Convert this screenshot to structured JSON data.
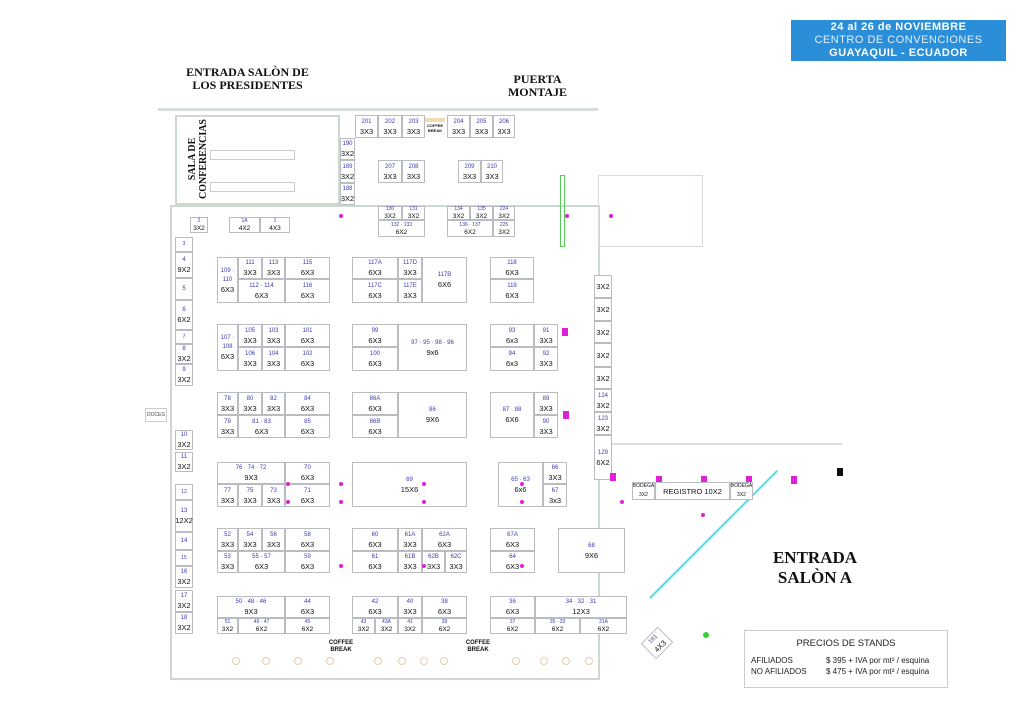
{
  "banner": {
    "dates": "24 al 26 de NOVIEMBRE",
    "venue": "CENTRO DE CONVENCIONES",
    "city": "GUAYAQUIL - ECUADOR"
  },
  "labels": {
    "entrada_presidentes": "ENTRADA SALÒN DE LOS PRESIDENTES",
    "puerta_montaje": "PUERTA MONTAJE",
    "sala_conferencias": "SALA DE CONFERENCIAS",
    "entrada_salon_a": "ENTRADA SALÒN A",
    "coffee_break": "COFFEE BREAK",
    "doces": "DOCES",
    "registro": "REGISTRO 10X2",
    "bodega": "BODEGA",
    "bodega_size": "3X2"
  },
  "prices": {
    "title": "PRECIOS DE STANDS",
    "rows": [
      {
        "label": "AFILIADOS",
        "value": "$ 395 + IVA por mt² / esquina"
      },
      {
        "label": "NO AFILIADOS",
        "value": "$ 475 + IVA por mt² / esquina"
      }
    ]
  },
  "booths": {
    "b201": {
      "num": "201",
      "size": "3X3"
    },
    "b202": {
      "num": "202",
      "size": "3X3"
    },
    "b203": {
      "num": "203",
      "size": "3X3"
    },
    "b204": {
      "num": "204",
      "size": "3X3"
    },
    "b205": {
      "num": "205",
      "size": "3X3"
    },
    "b206": {
      "num": "206",
      "size": "3X3"
    },
    "b190": {
      "num": "190",
      "size": "3X2"
    },
    "b189": {
      "num": "189",
      "size": "3X2"
    },
    "b188": {
      "num": "188",
      "size": "3X2"
    },
    "b207": {
      "num": "207",
      "size": "3X3"
    },
    "b208": {
      "num": "208",
      "size": "3X3"
    },
    "b209": {
      "num": "209",
      "size": "3X3"
    },
    "b210": {
      "num": "210",
      "size": "3X3"
    },
    "b130": {
      "num": "130",
      "size": "3X2"
    },
    "b131": {
      "num": "131",
      "size": "3X2"
    },
    "b132": {
      "num": "132 · 133",
      "size": "6X2"
    },
    "b134": {
      "num": "134",
      "size": "3X2"
    },
    "b135": {
      "num": "135",
      "size": "3X2"
    },
    "b224": {
      "num": "224",
      "size": "3X2"
    },
    "b136": {
      "num": "136 · 137",
      "size": "6X2"
    },
    "b225": {
      "num": "225",
      "size": "3X2"
    },
    "b2": {
      "num": "2",
      "size": "3X2"
    },
    "b1A": {
      "num": "1A",
      "size": "4X2"
    },
    "b1": {
      "num": "1",
      "size": "4X3"
    },
    "b3": {
      "num": "3",
      "size": ""
    },
    "b4": {
      "num": "4",
      "size": "9X2"
    },
    "b5": {
      "num": "5",
      "size": ""
    },
    "b6": {
      "num": "6",
      "size": "6X2"
    },
    "b7": {
      "num": "7",
      "size": ""
    },
    "b8": {
      "num": "8",
      "size": "3X2"
    },
    "b9": {
      "num": "9",
      "size": "3X2"
    },
    "b10": {
      "num": "10",
      "size": "3X2"
    },
    "b11": {
      "num": "11",
      "size": "3X2"
    },
    "b12": {
      "num": "12",
      "size": ""
    },
    "b13": {
      "num": "13",
      "size": "12X2"
    },
    "b14": {
      "num": "14",
      "size": ""
    },
    "b15": {
      "num": "15",
      "size": ""
    },
    "b16": {
      "num": "16",
      "size": "3X2"
    },
    "b17": {
      "num": "17",
      "size": "3X2"
    },
    "b18": {
      "num": "18",
      "size": "3X2"
    },
    "b109": {
      "num": "109 · 110",
      "size": "6X3"
    },
    "b111": {
      "num": "111",
      "size": "3X3"
    },
    "b113": {
      "num": "113",
      "size": "3X3"
    },
    "b115": {
      "num": "115",
      "size": "6X3"
    },
    "b112": {
      "num": "112 · 114",
      "size": "6X3"
    },
    "b116": {
      "num": "116",
      "size": "6X3"
    },
    "b107": {
      "num": "107 · 108",
      "size": "6X3"
    },
    "b105": {
      "num": "105",
      "size": "3X3"
    },
    "b103": {
      "num": "103",
      "size": "3X3"
    },
    "b101": {
      "num": "101",
      "size": "6X3"
    },
    "b106": {
      "num": "106",
      "size": "3X3"
    },
    "b104": {
      "num": "104",
      "size": "3X3"
    },
    "b102": {
      "num": "102",
      "size": "6X3"
    },
    "b78": {
      "num": "78",
      "size": "3X3"
    },
    "b80": {
      "num": "80",
      "size": "3X3"
    },
    "b82": {
      "num": "82",
      "size": "3X3"
    },
    "b84": {
      "num": "84",
      "size": "6X3"
    },
    "b79": {
      "num": "79",
      "size": "3X3"
    },
    "b81": {
      "num": "81 · 83",
      "size": "6X3"
    },
    "b85": {
      "num": "85",
      "size": "6X3"
    },
    "b74": {
      "num": "76 · 74 · 72",
      "size": "9X3"
    },
    "b70": {
      "num": "70",
      "size": "6X3"
    },
    "b77": {
      "num": "77",
      "size": "3X3"
    },
    "b75": {
      "num": "75",
      "size": "3X3"
    },
    "b73": {
      "num": "73",
      "size": "3X3"
    },
    "b71": {
      "num": "71",
      "size": "6X3"
    },
    "b52": {
      "num": "52",
      "size": "3X3"
    },
    "b54": {
      "num": "54",
      "size": "3X3"
    },
    "b56": {
      "num": "56",
      "size": "3X3"
    },
    "b58": {
      "num": "58",
      "size": "6X3"
    },
    "b53": {
      "num": "53",
      "size": "3X3"
    },
    "b55": {
      "num": "55 · 57",
      "size": "6X3"
    },
    "b59": {
      "num": "59",
      "size": "6X3"
    },
    "b48": {
      "num": "50 · 48 · 46",
      "size": "9X3"
    },
    "b44": {
      "num": "44",
      "size": "6X3"
    },
    "b51": {
      "num": "51",
      "size": "3X2"
    },
    "b49": {
      "num": "49 · 47",
      "size": "6X2"
    },
    "b45": {
      "num": "45",
      "size": "6X2"
    },
    "b117A": {
      "num": "117A",
      "size": "6X3"
    },
    "b117D": {
      "num": "117D",
      "size": "3X3"
    },
    "b117C": {
      "num": "117C",
      "size": "6X3"
    },
    "b117E": {
      "num": "117E",
      "size": "3X3"
    },
    "b117B": {
      "num": "117B",
      "size": "6X6"
    },
    "b99": {
      "num": "99",
      "size": "6X3"
    },
    "b100": {
      "num": "100",
      "size": "6X3"
    },
    "b97": {
      "num": "97 · 95 · 98 · 96",
      "size": "9x6"
    },
    "b86A": {
      "num": "86A",
      "size": "6X3"
    },
    "b86B": {
      "num": "86B",
      "size": "6X3"
    },
    "b86": {
      "num": "86",
      "size": "9X6"
    },
    "b69": {
      "num": "69",
      "size": "15X6"
    },
    "b60": {
      "num": "60",
      "size": "6X3"
    },
    "b61A": {
      "num": "61A",
      "size": "3X3"
    },
    "b62A": {
      "num": "62A",
      "size": "6X3"
    },
    "b61": {
      "num": "61",
      "size": "6X3"
    },
    "b61B": {
      "num": "61B",
      "size": "3X3"
    },
    "b62B": {
      "num": "62B",
      "size": "3X3"
    },
    "b62C": {
      "num": "62C",
      "size": "3X3"
    },
    "b42": {
      "num": "42",
      "size": "6X3"
    },
    "b40": {
      "num": "40",
      "size": "3X3"
    },
    "b38": {
      "num": "38",
      "size": "6X3"
    },
    "b43": {
      "num": "43",
      "size": "3X2"
    },
    "b43A": {
      "num": "43A",
      "size": "3X2"
    },
    "b41": {
      "num": "41",
      "size": "3X2"
    },
    "b39": {
      "num": "39",
      "size": "6X2"
    },
    "b118": {
      "num": "118",
      "size": "6X3"
    },
    "b119": {
      "num": "119",
      "size": "6X3"
    },
    "b93": {
      "num": "93",
      "size": "6x3"
    },
    "b94": {
      "num": "94",
      "size": "6x3"
    },
    "b91": {
      "num": "91",
      "size": "3X3"
    },
    "b92": {
      "num": "92",
      "size": "3X3"
    },
    "b87": {
      "num": "87 · 88",
      "size": "6X6"
    },
    "b89": {
      "num": "89",
      "size": "3X3"
    },
    "b90": {
      "num": "90",
      "size": "3X3"
    },
    "b65": {
      "num": "65 · 63",
      "size": "6x6"
    },
    "b66": {
      "num": "66",
      "size": "3X3"
    },
    "b67": {
      "num": "67",
      "size": "3x3"
    },
    "b67A": {
      "num": "67A",
      "size": "6X3"
    },
    "b64": {
      "num": "64",
      "size": "6X3"
    },
    "b68": {
      "num": "68",
      "size": "9X6"
    },
    "b36": {
      "num": "36",
      "size": "6X3"
    },
    "b37": {
      "num": "37",
      "size": "6X2"
    },
    "b32": {
      "num": "34 · 32 · 31",
      "size": "12X3"
    },
    "b35": {
      "num": "35 · 33",
      "size": "6X2"
    },
    "b31A": {
      "num": "31A",
      "size": "6X2"
    },
    "r1": {
      "num": "",
      "size": "3X2"
    },
    "r2": {
      "num": "",
      "size": "3X2"
    },
    "r3": {
      "num": "",
      "size": "3X2"
    },
    "r4": {
      "num": "",
      "size": "3X2"
    },
    "r5": {
      "num": "",
      "size": "3X2"
    },
    "b124": {
      "num": "124",
      "size": "3X2"
    },
    "b123": {
      "num": "123",
      "size": "3X2"
    },
    "b129": {
      "num": "129",
      "size": "6X2"
    },
    "b191": {
      "num": "191",
      "size": "4X3"
    }
  },
  "colors": {
    "banner": "#2a8fd8",
    "booth_number": "#3a3ab5",
    "marker": "#e020d8",
    "entrance": "#5fd6e0"
  }
}
